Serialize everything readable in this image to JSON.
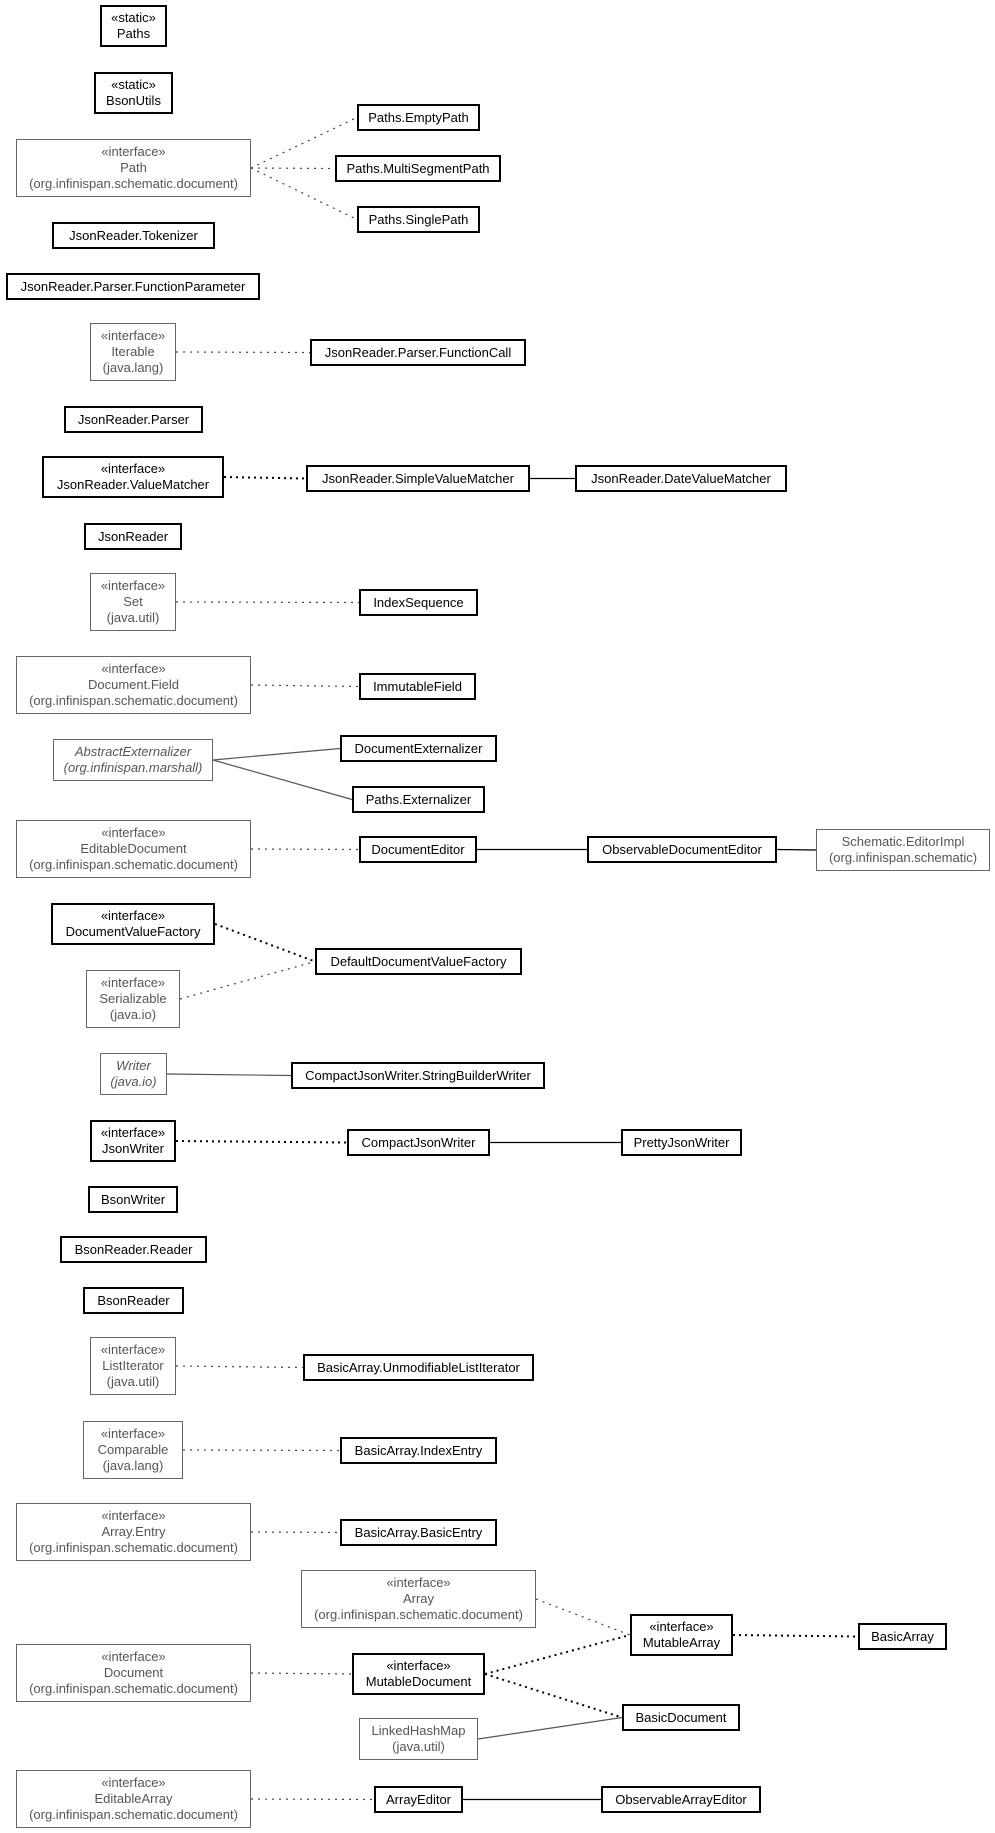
{
  "diagram": {
    "nodes": [
      {
        "id": "paths",
        "lines": [
          "«static»",
          "Paths"
        ],
        "kind": "local"
      },
      {
        "id": "bsonutils",
        "lines": [
          "«static»",
          "BsonUtils"
        ],
        "kind": "local"
      },
      {
        "id": "path",
        "lines": [
          "«interface»",
          "Path",
          "(org.infinispan.schematic.document)"
        ],
        "kind": "ext"
      },
      {
        "id": "paths-emptypath",
        "lines": [
          "Paths.EmptyPath"
        ],
        "kind": "local"
      },
      {
        "id": "paths-multisegmentpath",
        "lines": [
          "Paths.MultiSegmentPath"
        ],
        "kind": "local"
      },
      {
        "id": "paths-singlepath",
        "lines": [
          "Paths.SinglePath"
        ],
        "kind": "local"
      },
      {
        "id": "jsonreader-tokenizer",
        "lines": [
          "JsonReader.Tokenizer"
        ],
        "kind": "local"
      },
      {
        "id": "jsonreader-parser-functionparameter",
        "lines": [
          "JsonReader.Parser.FunctionParameter"
        ],
        "kind": "local"
      },
      {
        "id": "iterable",
        "lines": [
          "«interface»",
          "Iterable",
          "(java.lang)"
        ],
        "kind": "ext"
      },
      {
        "id": "jsonreader-parser-functioncall",
        "lines": [
          "JsonReader.Parser.FunctionCall"
        ],
        "kind": "local"
      },
      {
        "id": "jsonreader-parser",
        "lines": [
          "JsonReader.Parser"
        ],
        "kind": "local"
      },
      {
        "id": "jsonreader-valuematcher",
        "lines": [
          "«interface»",
          "JsonReader.ValueMatcher"
        ],
        "kind": "local"
      },
      {
        "id": "jsonreader-simplevaluematcher",
        "lines": [
          "JsonReader.SimpleValueMatcher"
        ],
        "kind": "local"
      },
      {
        "id": "jsonreader-datevaluematcher",
        "lines": [
          "JsonReader.DateValueMatcher"
        ],
        "kind": "local"
      },
      {
        "id": "jsonreader",
        "lines": [
          "JsonReader"
        ],
        "kind": "local"
      },
      {
        "id": "set",
        "lines": [
          "«interface»",
          "Set",
          "(java.util)"
        ],
        "kind": "ext"
      },
      {
        "id": "indexsequence",
        "lines": [
          "IndexSequence"
        ],
        "kind": "local"
      },
      {
        "id": "document-field",
        "lines": [
          "«interface»",
          "Document.Field",
          "(org.infinispan.schematic.document)"
        ],
        "kind": "ext"
      },
      {
        "id": "immutablefield",
        "lines": [
          "ImmutableField"
        ],
        "kind": "local"
      },
      {
        "id": "abstractexternalizer",
        "lines": [
          "AbstractExternalizer",
          "(org.infinispan.marshall)"
        ],
        "kind": "ext",
        "italic": true
      },
      {
        "id": "documentexternalizer",
        "lines": [
          "DocumentExternalizer"
        ],
        "kind": "local"
      },
      {
        "id": "paths-externalizer",
        "lines": [
          "Paths.Externalizer"
        ],
        "kind": "local"
      },
      {
        "id": "editabledocument",
        "lines": [
          "«interface»",
          "EditableDocument",
          "(org.infinispan.schematic.document)"
        ],
        "kind": "ext"
      },
      {
        "id": "documenteditor",
        "lines": [
          "DocumentEditor"
        ],
        "kind": "local"
      },
      {
        "id": "observabledocumenteditor",
        "lines": [
          "ObservableDocumentEditor"
        ],
        "kind": "local"
      },
      {
        "id": "schematic-editorimpl",
        "lines": [
          "Schematic.EditorImpl",
          "(org.infinispan.schematic)"
        ],
        "kind": "ext"
      },
      {
        "id": "documentvaluefactory",
        "lines": [
          "«interface»",
          "DocumentValueFactory"
        ],
        "kind": "local"
      },
      {
        "id": "serializable",
        "lines": [
          "«interface»",
          "Serializable",
          "(java.io)"
        ],
        "kind": "ext"
      },
      {
        "id": "defaultdocumentvaluefactory",
        "lines": [
          "DefaultDocumentValueFactory"
        ],
        "kind": "local"
      },
      {
        "id": "writer",
        "lines": [
          "Writer",
          "(java.io)"
        ],
        "kind": "ext",
        "italic": true
      },
      {
        "id": "compactjsonwriter-stringbuilderwriter",
        "lines": [
          "CompactJsonWriter.StringBuilderWriter"
        ],
        "kind": "local"
      },
      {
        "id": "jsonwriter",
        "lines": [
          "«interface»",
          "JsonWriter"
        ],
        "kind": "local"
      },
      {
        "id": "compactjsonwriter",
        "lines": [
          "CompactJsonWriter"
        ],
        "kind": "local"
      },
      {
        "id": "prettyjsonwriter",
        "lines": [
          "PrettyJsonWriter"
        ],
        "kind": "local"
      },
      {
        "id": "bsonwriter",
        "lines": [
          "BsonWriter"
        ],
        "kind": "local"
      },
      {
        "id": "bsonreader-reader",
        "lines": [
          "BsonReader.Reader"
        ],
        "kind": "local"
      },
      {
        "id": "bsonreader",
        "lines": [
          "BsonReader"
        ],
        "kind": "local"
      },
      {
        "id": "listiterator",
        "lines": [
          "«interface»",
          "ListIterator",
          "(java.util)"
        ],
        "kind": "ext"
      },
      {
        "id": "basicarray-unmodifiablelistiterator",
        "lines": [
          "BasicArray.UnmodifiableListIterator"
        ],
        "kind": "local"
      },
      {
        "id": "comparable",
        "lines": [
          "«interface»",
          "Comparable",
          "(java.lang)"
        ],
        "kind": "ext"
      },
      {
        "id": "basicarray-indexentry",
        "lines": [
          "BasicArray.IndexEntry"
        ],
        "kind": "local"
      },
      {
        "id": "array-entry",
        "lines": [
          "«interface»",
          "Array.Entry",
          "(org.infinispan.schematic.document)"
        ],
        "kind": "ext"
      },
      {
        "id": "basicarray-basicentry",
        "lines": [
          "BasicArray.BasicEntry"
        ],
        "kind": "local"
      },
      {
        "id": "array",
        "lines": [
          "«interface»",
          "Array",
          "(org.infinispan.schematic.document)"
        ],
        "kind": "ext"
      },
      {
        "id": "mutablearray",
        "lines": [
          "«interface»",
          "MutableArray"
        ],
        "kind": "local"
      },
      {
        "id": "basicarray",
        "lines": [
          "BasicArray"
        ],
        "kind": "local"
      },
      {
        "id": "document",
        "lines": [
          "«interface»",
          "Document",
          "(org.infinispan.schematic.document)"
        ],
        "kind": "ext"
      },
      {
        "id": "mutabledocument",
        "lines": [
          "«interface»",
          "MutableDocument"
        ],
        "kind": "local"
      },
      {
        "id": "basicdocument",
        "lines": [
          "BasicDocument"
        ],
        "kind": "local"
      },
      {
        "id": "linkedhashmap",
        "lines": [
          "LinkedHashMap",
          "(java.util)"
        ],
        "kind": "ext"
      },
      {
        "id": "editablearray",
        "lines": [
          "«interface»",
          "EditableArray",
          "(org.infinispan.schematic.document)"
        ],
        "kind": "ext"
      },
      {
        "id": "arrayeditor",
        "lines": [
          "ArrayEditor"
        ],
        "kind": "local"
      },
      {
        "id": "observablearrayeditor",
        "lines": [
          "ObservableArrayEditor"
        ],
        "kind": "local"
      }
    ],
    "edges": [
      {
        "from": "path",
        "to": "paths-emptypath",
        "style": "dotted"
      },
      {
        "from": "path",
        "to": "paths-multisegmentpath",
        "style": "dotted"
      },
      {
        "from": "path",
        "to": "paths-singlepath",
        "style": "dotted"
      },
      {
        "from": "iterable",
        "to": "jsonreader-parser-functioncall",
        "style": "dotted"
      },
      {
        "from": "jsonreader-valuematcher",
        "to": "jsonreader-simplevaluematcher",
        "style": "dotted-bold"
      },
      {
        "from": "jsonreader-simplevaluematcher",
        "to": "jsonreader-datevaluematcher",
        "style": "solid"
      },
      {
        "from": "set",
        "to": "indexsequence",
        "style": "dotted"
      },
      {
        "from": "document-field",
        "to": "immutablefield",
        "style": "dotted"
      },
      {
        "from": "abstractexternalizer",
        "to": "documentexternalizer",
        "style": "solid-grey"
      },
      {
        "from": "abstractexternalizer",
        "to": "paths-externalizer",
        "style": "solid-grey"
      },
      {
        "from": "editabledocument",
        "to": "documenteditor",
        "style": "dotted"
      },
      {
        "from": "documenteditor",
        "to": "observabledocumenteditor",
        "style": "solid"
      },
      {
        "from": "observabledocumenteditor",
        "to": "schematic-editorimpl",
        "style": "solid"
      },
      {
        "from": "documentvaluefactory",
        "to": "defaultdocumentvaluefactory",
        "style": "dotted-bold"
      },
      {
        "from": "serializable",
        "to": "defaultdocumentvaluefactory",
        "style": "dotted"
      },
      {
        "from": "writer",
        "to": "compactjsonwriter-stringbuilderwriter",
        "style": "solid-grey"
      },
      {
        "from": "jsonwriter",
        "to": "compactjsonwriter",
        "style": "dotted-bold"
      },
      {
        "from": "compactjsonwriter",
        "to": "prettyjsonwriter",
        "style": "solid"
      },
      {
        "from": "listiterator",
        "to": "basicarray-unmodifiablelistiterator",
        "style": "dotted"
      },
      {
        "from": "comparable",
        "to": "basicarray-indexentry",
        "style": "dotted"
      },
      {
        "from": "array-entry",
        "to": "basicarray-basicentry",
        "style": "dotted"
      },
      {
        "from": "array",
        "to": "mutablearray",
        "style": "dotted"
      },
      {
        "from": "mutablearray",
        "to": "basicarray",
        "style": "dotted-bold"
      },
      {
        "from": "document",
        "to": "mutabledocument",
        "style": "dotted"
      },
      {
        "from": "mutabledocument",
        "to": "mutablearray",
        "style": "dotted-bold"
      },
      {
        "from": "mutabledocument",
        "to": "basicdocument",
        "style": "dotted-bold"
      },
      {
        "from": "linkedhashmap",
        "to": "basicdocument",
        "style": "solid-grey"
      },
      {
        "from": "editablearray",
        "to": "arrayeditor",
        "style": "dotted"
      },
      {
        "from": "arrayeditor",
        "to": "observablearrayeditor",
        "style": "solid"
      }
    ]
  }
}
